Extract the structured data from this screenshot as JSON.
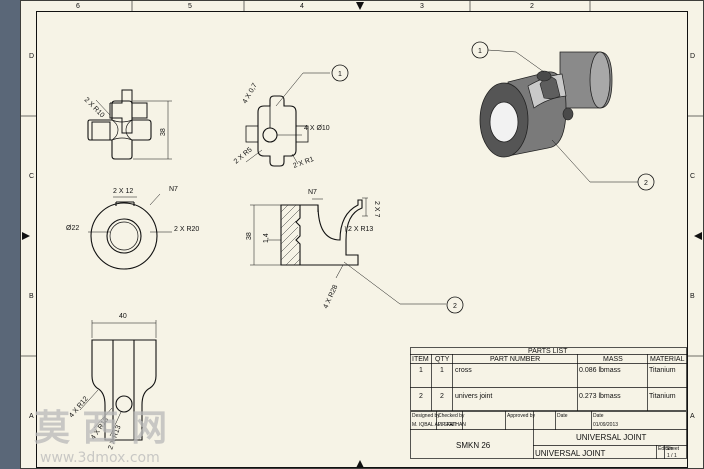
{
  "border": {
    "columns_top": [
      "6",
      "5",
      "4",
      "3",
      "2"
    ],
    "rows_left": [
      "D",
      "C",
      "B",
      "A"
    ],
    "rows_right": [
      "D",
      "C",
      "B",
      "A"
    ]
  },
  "dims": {
    "d_2xr10": "2 X R10",
    "d_38_left": "38",
    "d_4x07": "4 X 0,7",
    "d_4xd10": "4 X Ø10",
    "d_2xr5": "2 X R5",
    "d_2xr1": "2 X R1",
    "d_2x12": "2 X 12",
    "d_n7a": "N7",
    "d_d22": "Ø22",
    "d_2xr20": "2 X R20",
    "d_n7b": "N7",
    "d_2x7": "2 X 7",
    "d_38_sec": "38",
    "d_14": "1,4",
    "d_2xr13": "2 X R13",
    "d_4xr28": "4 X R28",
    "d_40": "40",
    "d_4xr12": "4 X R12",
    "d_4xr13": "4 X R13",
    "d_2xr13b": "2 X R13"
  },
  "balloons": {
    "b1_top": "1",
    "b1_iso": "1",
    "b2_iso": "2",
    "b2_sec": "2"
  },
  "parts_list": {
    "title": "PARTS LIST",
    "headers": [
      "ITEM",
      "QTY",
      "PART NUMBER",
      "MASS",
      "MATERIAL"
    ],
    "rows": [
      {
        "item": "1",
        "qty": "1",
        "part": "cross",
        "mass": "0.086 lbmass",
        "material": "Titanium"
      },
      {
        "item": "2",
        "qty": "2",
        "part": "univers joint",
        "mass": "0.273 lbmass",
        "material": "Titanium"
      }
    ]
  },
  "title_block": {
    "designed_by_label": "Designed by",
    "designed_by": "M. IQBAL ALIF FATHAN",
    "checked_by_label": "Checked by",
    "checked_by": "P. SIGIT",
    "approved_by_label": "Approved by",
    "date_label": "Date",
    "date2_label": "Date",
    "date": "01/09/2013",
    "code": "SMKN 26",
    "title1": "UNIVERSAL JOINT",
    "title2": "UNIVERSAL JOINT",
    "edition_label": "Edition",
    "sheet_label": "Sheet",
    "sheet": "1 / 1"
  },
  "watermark": {
    "cn": "莫 西 网",
    "url": "www.3dmox.com"
  },
  "colors": {
    "paper": "#f6f3e6",
    "frame_bg": "#5a6778",
    "iso_body": "#7a7a7a"
  }
}
